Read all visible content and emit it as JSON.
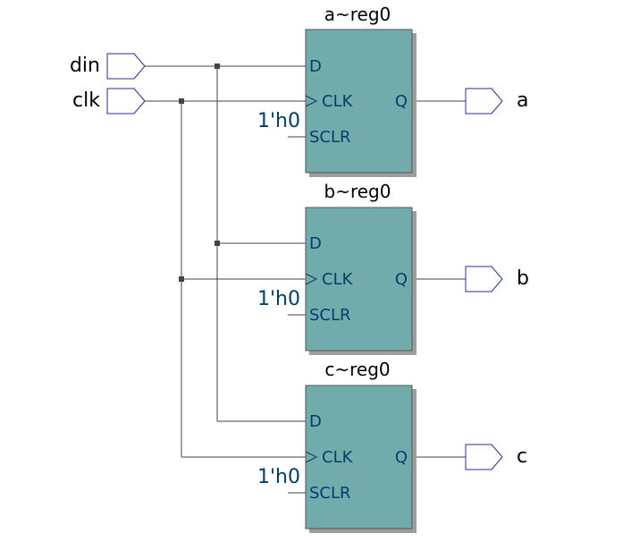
{
  "inputs": [
    {
      "name": "din"
    },
    {
      "name": "clk"
    }
  ],
  "registers": [
    {
      "title": "a~reg0",
      "ports": {
        "d": "D",
        "clk": "CLK",
        "sclr": "SCLR",
        "q": "Q"
      },
      "sclr_const": "1'h0",
      "output": "a"
    },
    {
      "title": "b~reg0",
      "ports": {
        "d": "D",
        "clk": "CLK",
        "sclr": "SCLR",
        "q": "Q"
      },
      "sclr_const": "1'h0",
      "output": "b"
    },
    {
      "title": "c~reg0",
      "ports": {
        "d": "D",
        "clk": "CLK",
        "sclr": "SCLR",
        "q": "Q"
      },
      "sclr_const": "1'h0",
      "output": "c"
    }
  ],
  "colors": {
    "block_fill": "#72ABAB",
    "block_shadow": "#9E9E9E",
    "port_text": "#003F6E",
    "const_text": "#003F6E",
    "pin_stroke": "#1F2F9E",
    "wire": "#444444",
    "label_text": "#000000"
  }
}
